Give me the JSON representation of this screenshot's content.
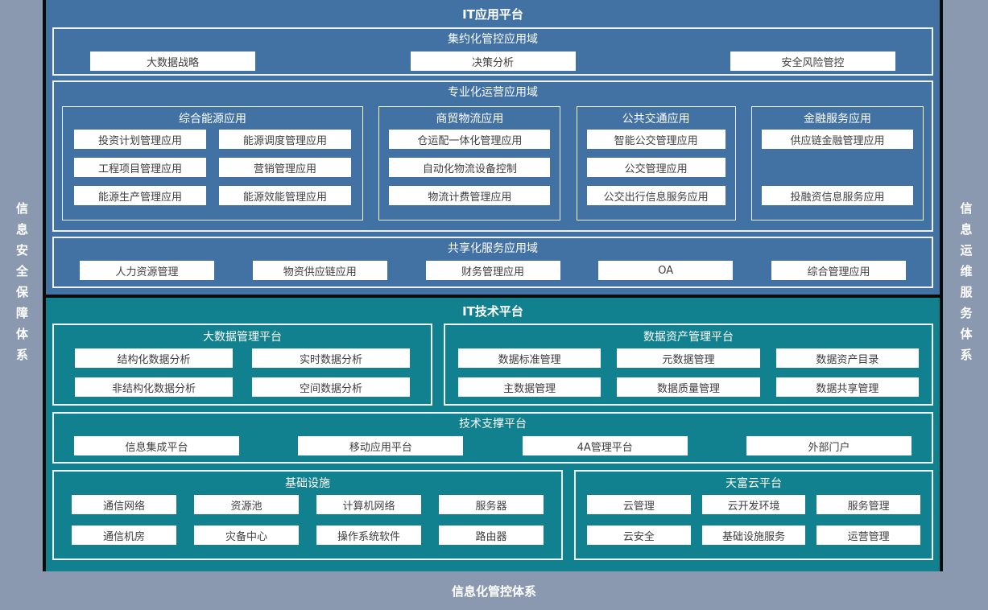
{
  "colors": {
    "blue": "#4272A4",
    "teal": "#11808F",
    "gray": "#8B99B0",
    "box_text": "#3E3E3E",
    "border": "#EDF2F7"
  },
  "sidebar_left": {
    "label": "信息安全保障体系"
  },
  "sidebar_right": {
    "label": "信息运维服务体系"
  },
  "footer": {
    "label": "信息化管控体系"
  },
  "app_platform": {
    "title": "IT应用平台",
    "intensive": {
      "title": "集约化管控应用域",
      "items": [
        "大数据战略",
        "决策分析",
        "安全风险管控"
      ]
    },
    "professional": {
      "title": "专业化运营应用域",
      "energy": {
        "title": "综合能源应用",
        "items": [
          "投资计划管理应用",
          "能源调度管理应用",
          "工程项目管理应用",
          "营销管理应用",
          "能源生产管理应用",
          "能源效能管理应用"
        ]
      },
      "logistics": {
        "title": "商贸物流应用",
        "items": [
          "仓运配一体化管理应用",
          "自动化物流设备控制",
          "物流计费管理应用"
        ]
      },
      "transport": {
        "title": "公共交通应用",
        "items": [
          "智能公交管理应用",
          "公交管理应用",
          "公交出行信息服务应用"
        ]
      },
      "finance": {
        "title": "金融服务应用",
        "items": [
          "供应链金融管理应用",
          "投融资信息服务应用"
        ]
      }
    },
    "shared": {
      "title": "共享化服务应用域",
      "items": [
        "人力资源管理",
        "物资供应链应用",
        "财务管理应用",
        "OA",
        "综合管理应用"
      ]
    }
  },
  "tech_platform": {
    "title": "IT技术平台",
    "bigdata": {
      "title": "大数据管理平台",
      "items": [
        "结构化数据分析",
        "实时数据分析",
        "非结构化数据分析",
        "空间数据分析"
      ]
    },
    "data_asset": {
      "title": "数据资产管理平台",
      "items": [
        "数据标准管理",
        "元数据管理",
        "数据资产目录",
        "主数据管理",
        "数据质量管理",
        "数据共享管理"
      ]
    },
    "support": {
      "title": "技术支撑平台",
      "items": [
        "信息集成平台",
        "移动应用平台",
        "4A管理平台",
        "外部门户"
      ]
    },
    "infrastructure": {
      "title": "基础设施",
      "items": [
        "通信网络",
        "资源池",
        "计算机网络",
        "服务器",
        "通信机房",
        "灾备中心",
        "操作系统软件",
        "路由器"
      ]
    },
    "cloud": {
      "title": "天富云平台",
      "items": [
        "云管理",
        "云开发环境",
        "服务管理",
        "云安全",
        "基础设施服务",
        "运营管理"
      ]
    }
  }
}
